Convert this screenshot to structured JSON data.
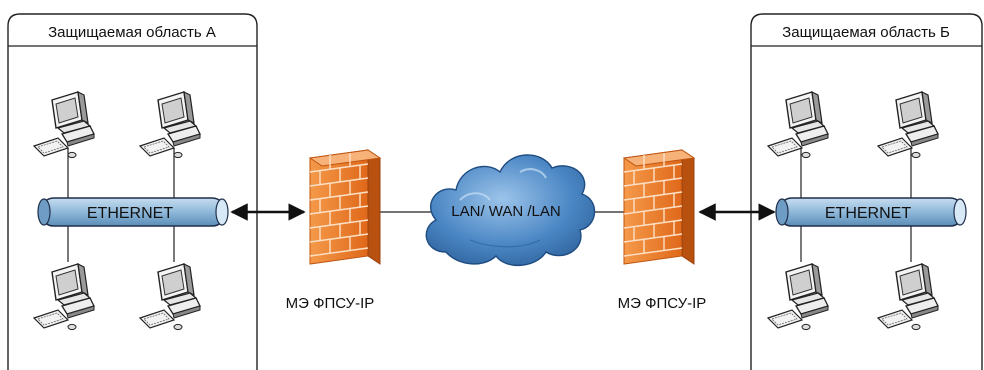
{
  "zones": [
    {
      "title": "Защищаемая область А"
    },
    {
      "title": "Защищаемая область Б"
    }
  ],
  "buses": [
    {
      "label": "ETHERNET"
    },
    {
      "label": "ETHERNET"
    }
  ],
  "cloud": {
    "label": "LAN/ WAN /LAN"
  },
  "firewalls": [
    {
      "label": "МЭ ФПСУ-IP"
    },
    {
      "label": "МЭ ФПСУ-IP"
    }
  ],
  "colors": {
    "bus_fill": "#8fb8d9",
    "bus_outline": "#1f2f4a",
    "cloud": "#4a86c4",
    "firewall": "#f07b1e",
    "monitor_screen": "#e8e8e8"
  },
  "icons": [
    "computer-icon",
    "firewall-icon",
    "cloud-icon",
    "bidirectional-arrow"
  ]
}
